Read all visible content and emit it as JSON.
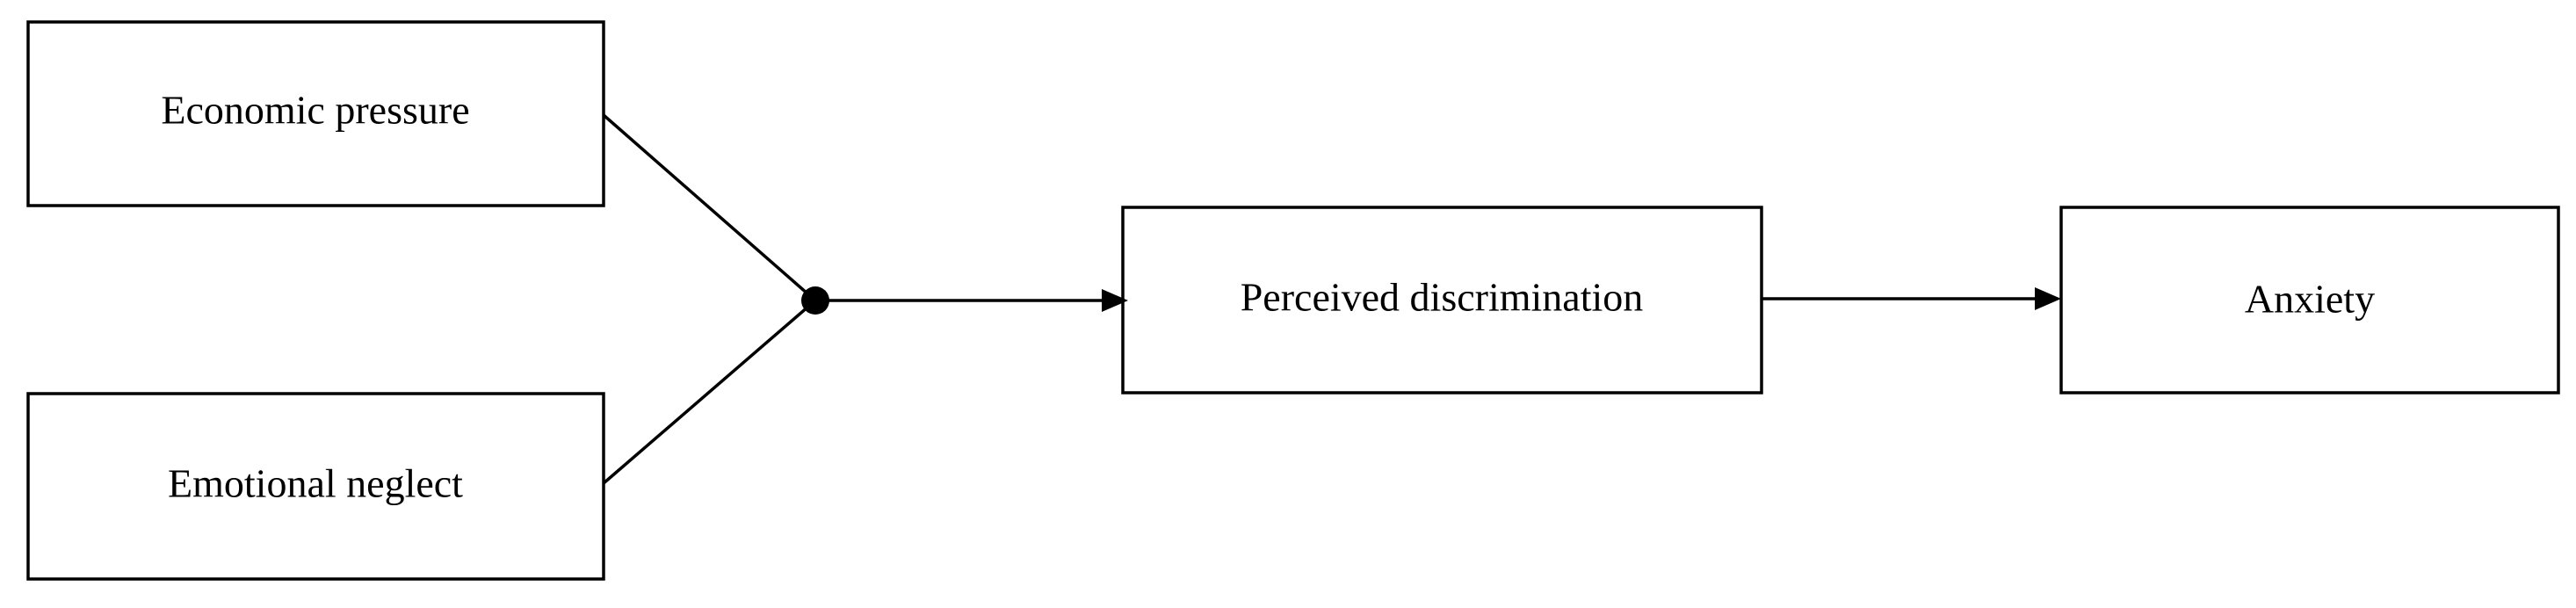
{
  "nodes": {
    "economic_pressure": "Economic pressure",
    "emotional_neglect": "Emotional neglect",
    "perceived_discrimination": "Perceived discrimination",
    "anxiety": "Anxiety"
  },
  "edges": [
    {
      "from": "economic_pressure",
      "to": "junction"
    },
    {
      "from": "emotional_neglect",
      "to": "junction"
    },
    {
      "from": "junction",
      "to": "perceived_discrimination"
    },
    {
      "from": "perceived_discrimination",
      "to": "anxiety"
    }
  ]
}
